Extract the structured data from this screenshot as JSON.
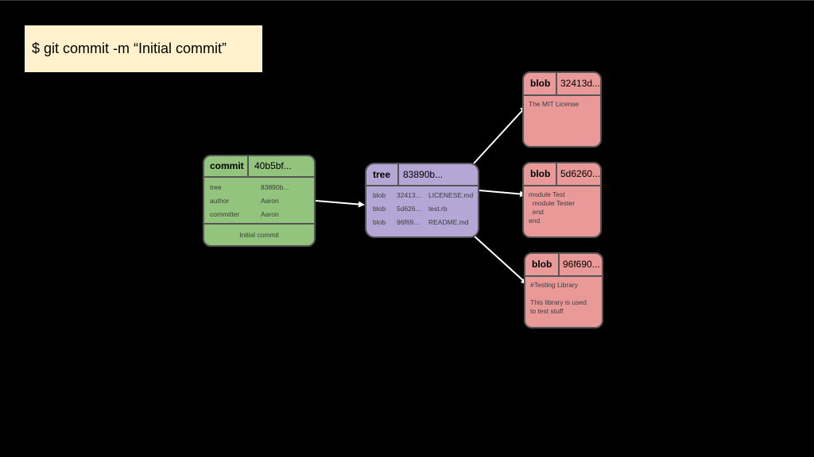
{
  "command": "$ git commit -m “Initial commit”",
  "colors": {
    "background": "#000000",
    "command_box": "#fff2cc",
    "commit": "#93c47d",
    "tree": "#b4a7d6",
    "blob": "#ea9999",
    "border": "#555555",
    "arrow": "#ffffff"
  },
  "commit": {
    "kind": "commit",
    "sha": "40b5bf...",
    "fields": [
      {
        "key": "tree",
        "value": "83890b..."
      },
      {
        "key": "author",
        "value": "Aaron"
      },
      {
        "key": "committer",
        "value": "Aaron"
      }
    ],
    "message": "Initial commit"
  },
  "tree": {
    "kind": "tree",
    "sha": "83890b...",
    "entries": [
      {
        "type": "blob",
        "sha": "32413...",
        "name": "LICENESE.md"
      },
      {
        "type": "blob",
        "sha": "5d626...",
        "name": "test.rb"
      },
      {
        "type": "blob",
        "sha": "96f69...",
        "name": "README.md"
      }
    ]
  },
  "blobs": [
    {
      "kind": "blob",
      "sha": "32413d...",
      "content": "The MIT License"
    },
    {
      "kind": "blob",
      "sha": "5d6260...",
      "content": "module Test\n  module Tester\n  end\nend"
    },
    {
      "kind": "blob",
      "sha": "96f690...",
      "content": "#Testing Library\n\nThis library is used\nto test stuff"
    }
  ]
}
